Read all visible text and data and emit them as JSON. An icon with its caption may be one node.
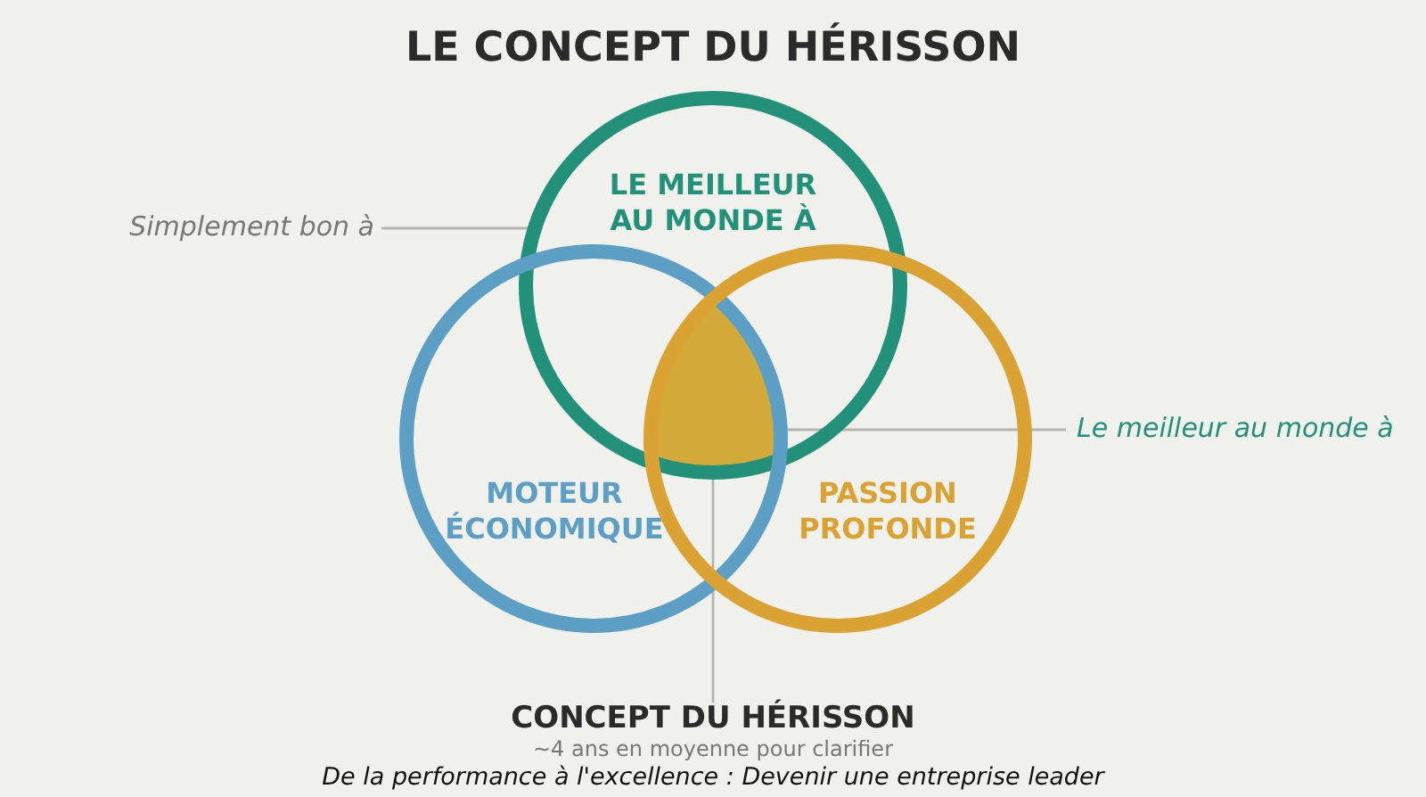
{
  "diagram": {
    "title": "LE CONCEPT DU HÉRISSON",
    "caption": "De la performance à l'excellence : Devenir une entreprise leader",
    "nodes": [
      {
        "text": [
          "LE MEILLEUR AU MONDE À"
        ]
      },
      {
        "text": [
          "MOTEUR ÉCONOMIQUE"
        ]
      },
      {
        "text": [
          "PASSION PROFONDE"
        ]
      },
      {
        "text": [
          "Simplement bon à"
        ]
      },
      {
        "text": [
          "Le meilleur au monde à"
        ]
      },
      {
        "text": [],
        "shape": "triangle"
      },
      {
        "text": [
          "CONCEPT DU HÉRISSON"
        ],
        "beside": [
          "~4 ans en moyenne pour clarifier"
        ]
      }
    ],
    "edges": [
      {
        "from": 3,
        "to": 0,
        "arrow": "none"
      },
      {
        "from": 4,
        "to": 5,
        "arrow": "none"
      },
      {
        "from": 6,
        "to": 5,
        "arrow": "none"
      }
    ]
  }
}
